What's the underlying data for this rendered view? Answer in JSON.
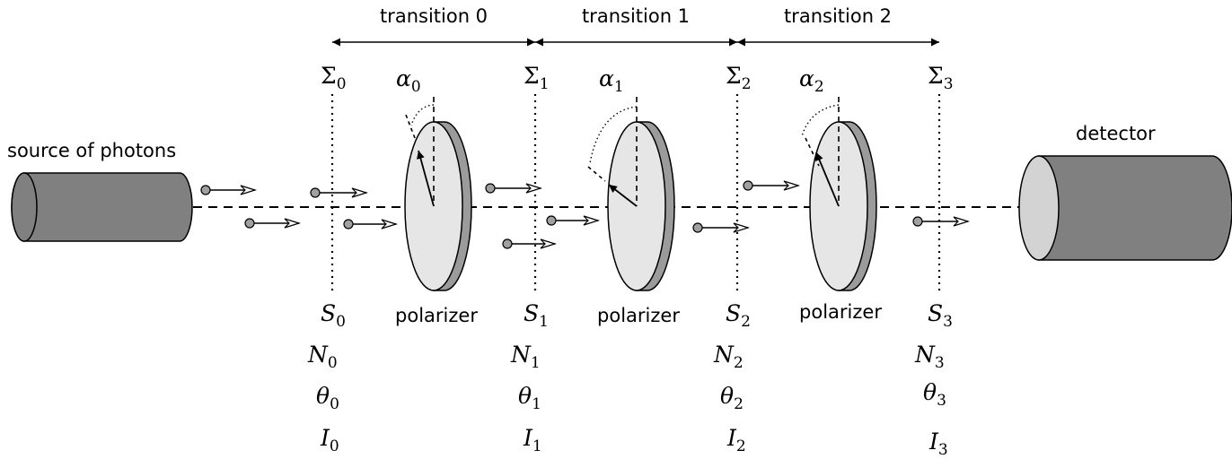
{
  "source": {
    "label": "source of photons"
  },
  "detector": {
    "label": "detector"
  },
  "transitions": [
    {
      "label": "transition 0"
    },
    {
      "label": "transition 1"
    },
    {
      "label": "transition 2"
    }
  ],
  "planes": [
    {
      "sigma": "Σ",
      "s": "S",
      "n": "N",
      "theta": "θ",
      "i": "I",
      "index": "0"
    },
    {
      "sigma": "Σ",
      "s": "S",
      "n": "N",
      "theta": "θ",
      "i": "I",
      "index": "1"
    },
    {
      "sigma": "Σ",
      "s": "S",
      "n": "N",
      "theta": "θ",
      "i": "I",
      "index": "2"
    },
    {
      "sigma": "Σ",
      "s": "S",
      "n": "N",
      "theta": "θ",
      "i": "I",
      "index": "3"
    }
  ],
  "polarizers": [
    {
      "label": "polarizer",
      "angle_symbol": "α",
      "index": "0"
    },
    {
      "label": "polarizer",
      "angle_symbol": "α",
      "index": "1"
    },
    {
      "label": "polarizer",
      "angle_symbol": "α",
      "index": "2"
    }
  ],
  "colors": {
    "device_body": "#808080",
    "device_face": "#d3d3d3",
    "polarizer_face": "#e6e6e6",
    "polarizer_rim": "#9b9b9b",
    "photon": "#a0a0a0"
  }
}
